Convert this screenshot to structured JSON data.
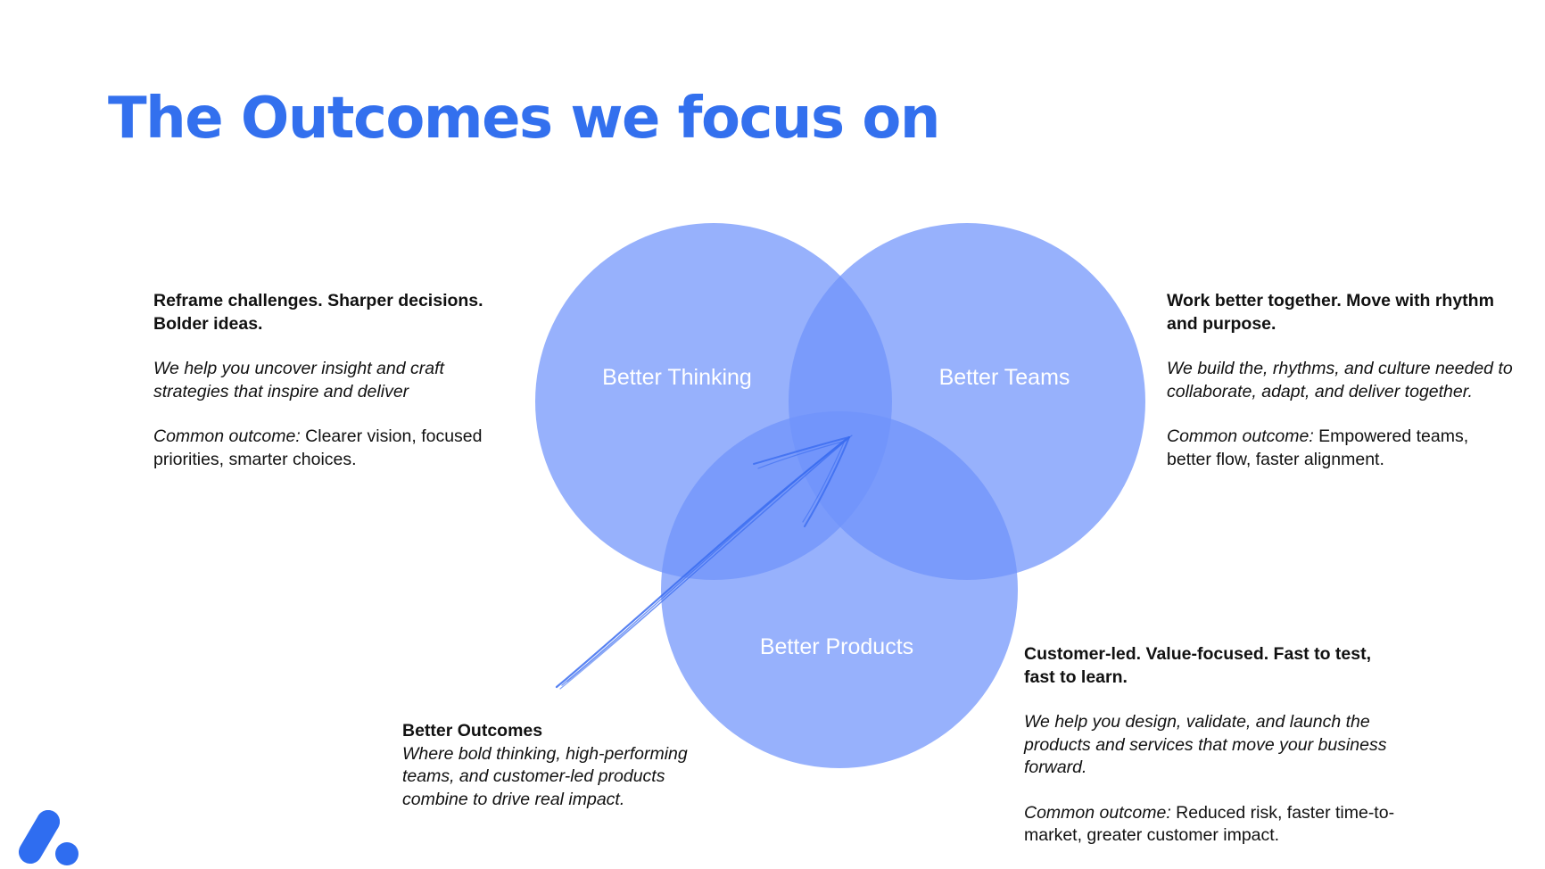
{
  "slide": {
    "title": "The Outcomes we focus on"
  },
  "diagram": {
    "circles": [
      {
        "label": "Better Thinking"
      },
      {
        "label": "Better Teams"
      },
      {
        "label": "Better Products"
      }
    ],
    "circle_color": "#6f93fb",
    "arrow_color": "#3a6cf0"
  },
  "blocks": {
    "thinking": {
      "heading": "Reframe challenges. Sharper decisions. Bolder ideas.",
      "description": "We help you uncover insight and craft strategies that inspire and deliver",
      "outcome_label": "Common outcome:",
      "outcome_text": "Clearer vision, focused priorities, smarter choices."
    },
    "teams": {
      "heading": "Work better together. Move with rhythm and purpose.",
      "description": "We build the, rhythms, and culture needed to collaborate, adapt, and deliver together.",
      "outcome_label": "Common outcome:",
      "outcome_text": "Empowered teams, better flow, faster alignment."
    },
    "products": {
      "heading": "Customer-led. Value-focused. Fast to test, fast to learn.",
      "description": "We help you design, validate, and launch the products and services that move your business forward.",
      "outcome_label": "Common outcome:",
      "outcome_text": "Reduced risk, faster time-to-market, greater customer impact."
    },
    "outcomes": {
      "heading": "Better Outcomes",
      "description": "Where bold thinking, high-performing teams, and customer-led products combine to drive real impact."
    }
  },
  "colors": {
    "title": "#3370ee",
    "logo": "#2f6df0"
  },
  "icons": {
    "logo": "brand-logo-icon",
    "arrow": "hand-drawn-arrow-icon"
  }
}
